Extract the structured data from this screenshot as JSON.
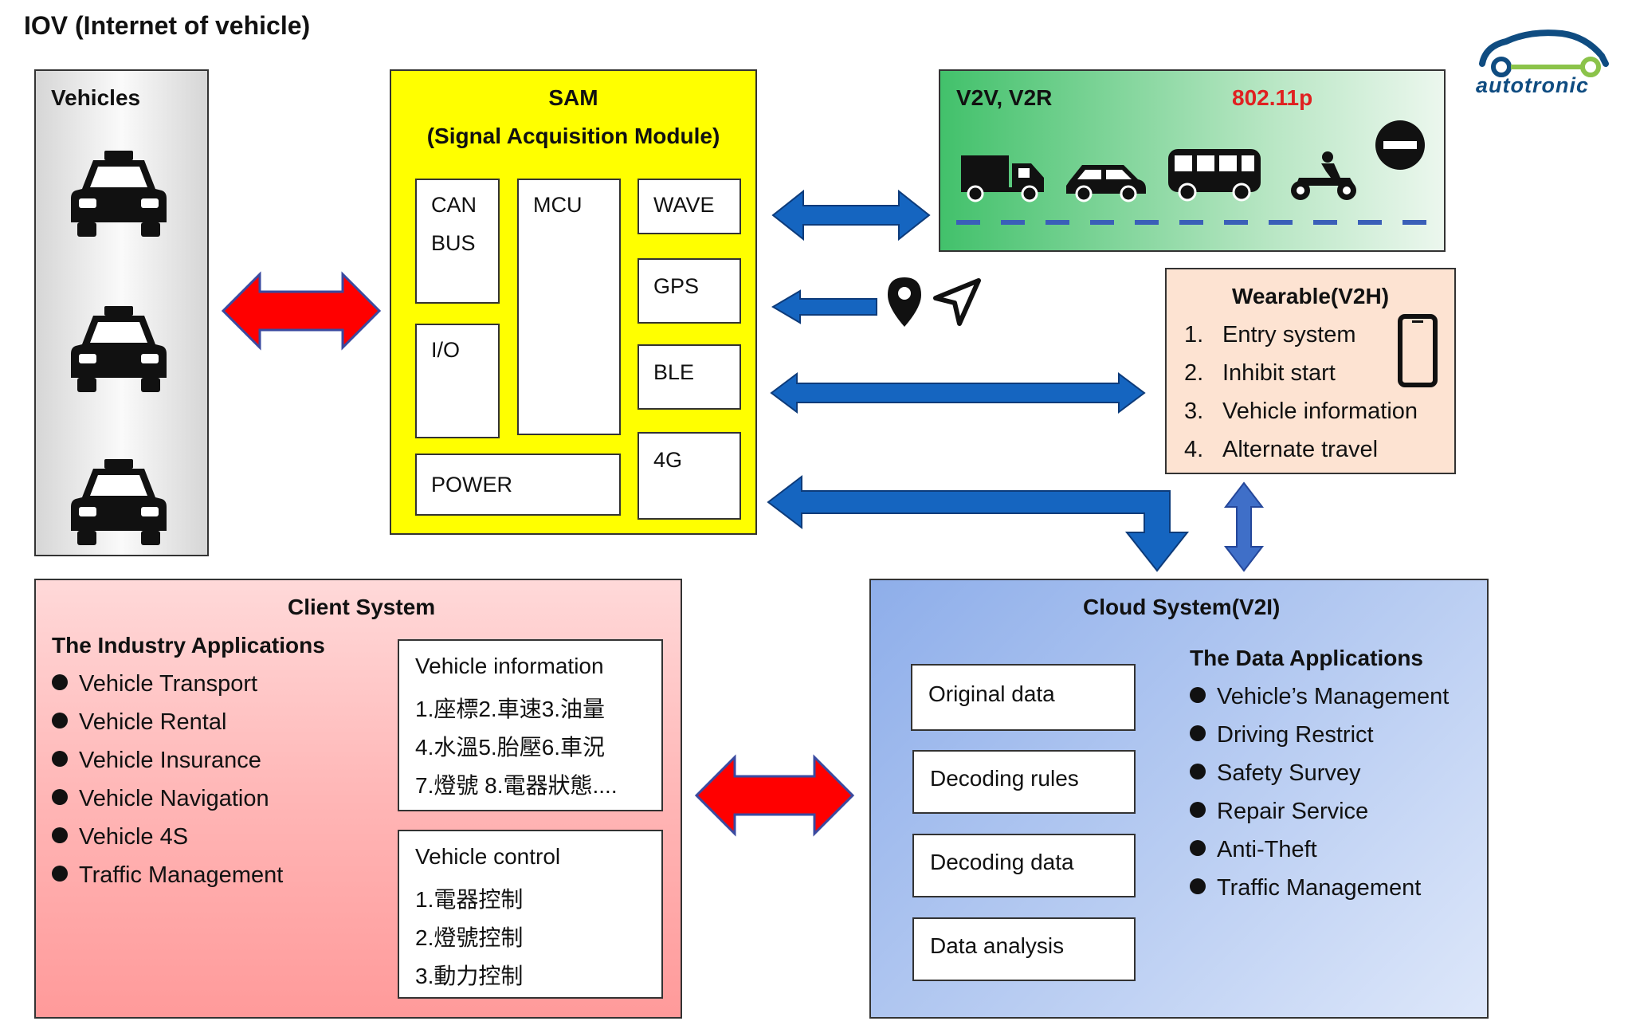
{
  "title": "IOV (Internet of vehicle)",
  "logo": {
    "text": "autotronic",
    "color": "#0f4c81",
    "accent": "#8bc34a"
  },
  "vehicles": {
    "label": "Vehicles",
    "icon": "taxi-icon"
  },
  "sam": {
    "title": "SAM",
    "subtitle": "(Signal Acquisition Module)",
    "color": "#ffff00",
    "can_line1": "CAN",
    "can_line2": "BUS",
    "io": "I/O",
    "power": "POWER",
    "mcu": "MCU",
    "wave": "WAVE",
    "gps": "GPS",
    "ble": "BLE",
    "lte": "4G"
  },
  "v2v": {
    "label": "V2V, V2R",
    "protocol": "802.11p",
    "protocol_color": "#e02020"
  },
  "wearable": {
    "title": "Wearable(V2H)",
    "items": [
      {
        "num": "1.",
        "text": "Entry system"
      },
      {
        "num": "2.",
        "text": "Inhibit start"
      },
      {
        "num": "3.",
        "text": "Vehicle information"
      },
      {
        "num": "4.",
        "text": "Alternate travel"
      }
    ],
    "color": "#fde3d2"
  },
  "client": {
    "title": "Client System",
    "subtitle": "The Industry Applications",
    "items": [
      "Vehicle Transport",
      "Vehicle Rental",
      "Vehicle Insurance",
      "Vehicle Navigation",
      "Vehicle 4S",
      "Traffic Management"
    ],
    "info_title": "Vehicle information",
    "info_lines": [
      "1.座標2.車速3.油量",
      "4.水溫5.胎壓6.車況",
      "7.燈號 8.電器狀態...."
    ],
    "control_title": "Vehicle control",
    "control_lines": [
      "1.電器控制",
      "2.燈號控制",
      "3.動力控制"
    ]
  },
  "cloud": {
    "title": "Cloud System(V2I)",
    "boxes": [
      "Original data",
      "Decoding rules",
      "Decoding data",
      "Data analysis"
    ],
    "subtitle": "The Data Applications",
    "items": [
      "Vehicle’s Management",
      "Driving Restrict",
      "Safety Survey",
      "Repair Service",
      "Anti-Theft",
      "Traffic Management"
    ]
  },
  "colors": {
    "arrow_blue": "#1565c0",
    "arrow_red": "#ff0000",
    "arrow_red_border": "#3a4aa0"
  }
}
